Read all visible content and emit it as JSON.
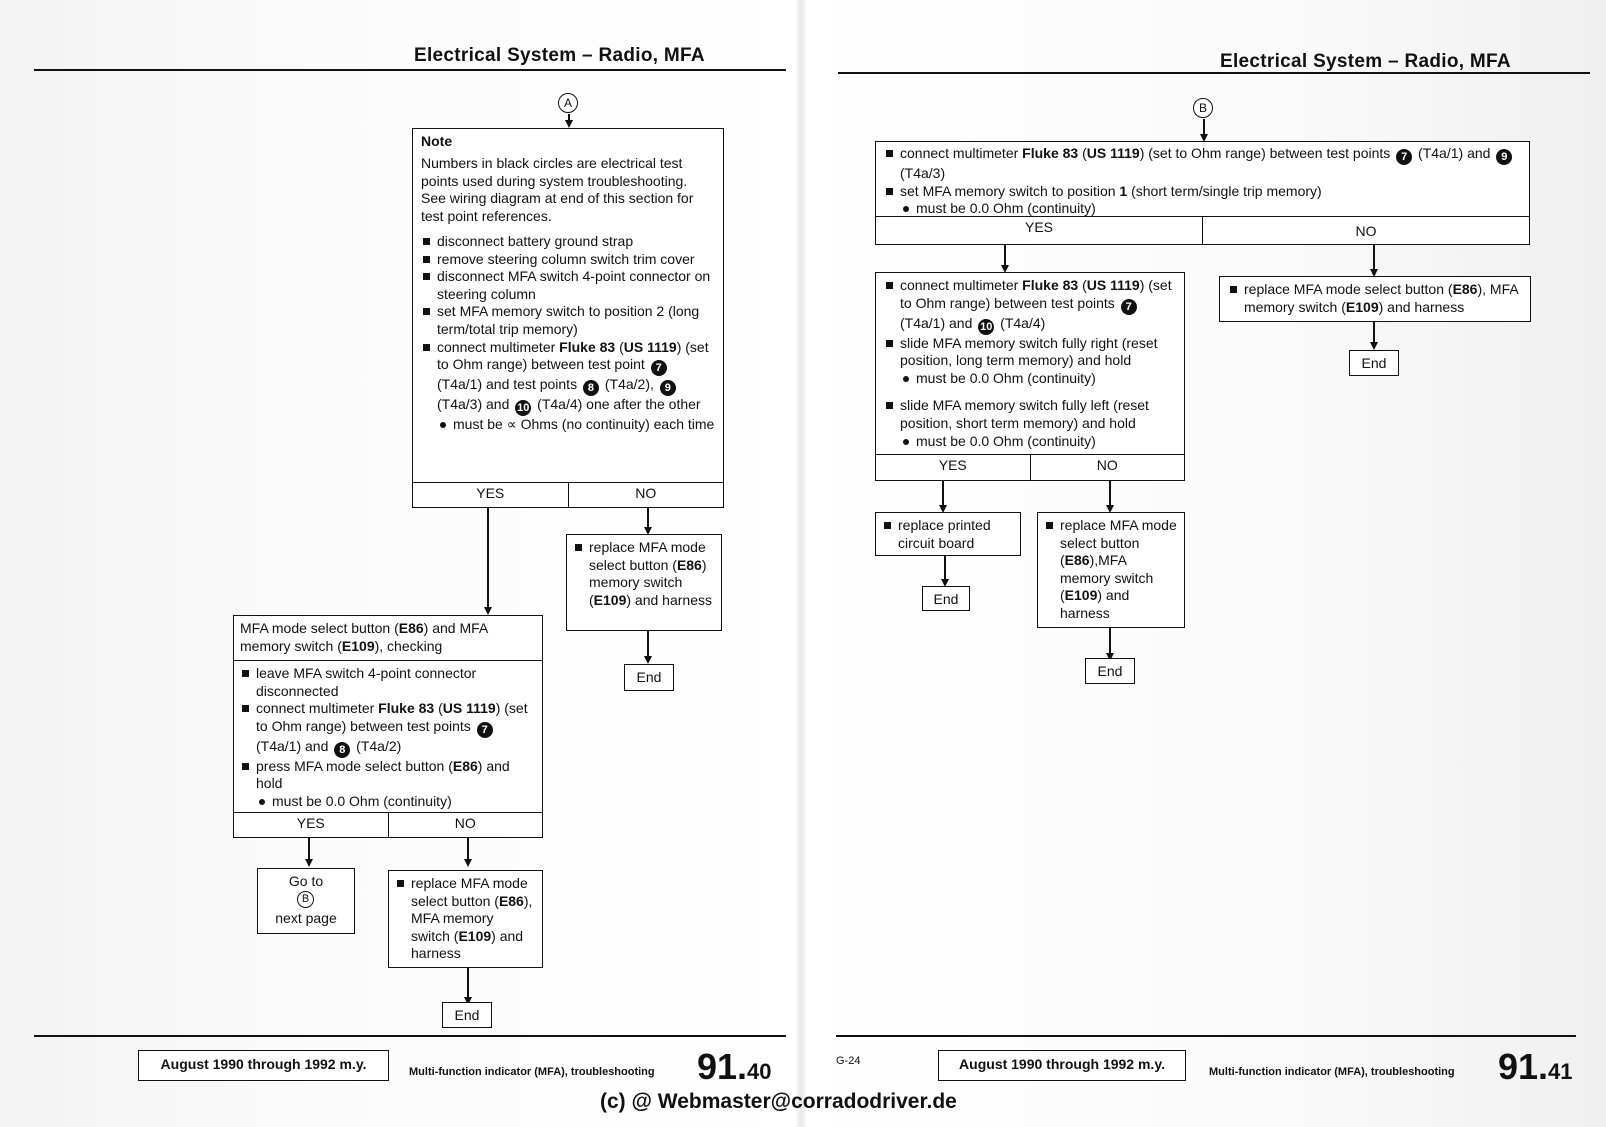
{
  "header": {
    "left_title": "Electrical System – Radio, MFA",
    "right_title": "Electrical System – Radio, MFA"
  },
  "markers": {
    "a": "A",
    "b": "B",
    "b_goto": "B"
  },
  "left": {
    "note": {
      "heading": "Note",
      "intro": "Numbers in black circles are electrical test points used during system troubleshooting. See wiring diagram at end of this section for test point references.",
      "steps": [
        "disconnect battery ground strap",
        "remove steering column switch trim cover",
        "disconnect MFA switch 4-point connector on steering column",
        "set MFA memory switch to position 2 (long term/total trip memory)"
      ],
      "step5": {
        "t1": "connect multimeter ",
        "t2": "Fluke 83",
        "t3": " (",
        "t4": "US 1119",
        "t5": ") (set to Ohm range) between test point ",
        "tp1": "7",
        "t6": " (T4a/1) and test points ",
        "tp2": "8",
        "t7": " (T4a/2), ",
        "tp3": "9",
        "t8": " (T4a/3) and ",
        "tp4": "10",
        "t9": " (T4a/4) one after the other"
      },
      "result": "must be ∝ Ohms (no continuity) each time",
      "yes": "YES",
      "no": "NO"
    },
    "replace1": {
      "t1": "replace MFA mode select button (",
      "b1": "E86",
      "t2": ") memory switch (",
      "b2": "E109",
      "t3": ") and harness"
    },
    "end1": "End",
    "check": {
      "title_t1": "MFA mode select button (",
      "title_b1": "E86",
      "title_t2": ") and MFA memory switch (",
      "title_b2": "E109",
      "title_t3": "), checking",
      "step1": "leave MFA switch 4-point connector disconnected",
      "step2": {
        "t1": "connect multimeter ",
        "b1": "Fluke 83",
        "t2": " (",
        "b2": "US 1119",
        "t3": ") (set to Ohm range) between test points ",
        "tp1": "7",
        "t4": " (T4a/1) and ",
        "tp2": "8",
        "t5": " (T4a/2)"
      },
      "step3": {
        "t1": "press MFA mode select button (",
        "b1": "E86",
        "t2": ") and hold"
      },
      "result": "must be 0.0 Ohm (continuity)",
      "yes": "YES",
      "no": "NO"
    },
    "goto": {
      "line1": "Go to",
      "line2": "next page"
    },
    "replace2": {
      "t1": "replace MFA mode select button (",
      "b1": "E86",
      "t2": "), MFA memory switch (",
      "b2": "E109",
      "t3": ") and harness"
    },
    "end2": "End"
  },
  "right": {
    "top": {
      "step1": {
        "t1": "connect multimeter ",
        "b1": "Fluke 83",
        "t2": " (",
        "b2": "US 1119",
        "t3": ") (set to Ohm range) between test points ",
        "tp1": "7",
        "t4": " (T4a/1) and ",
        "tp2": "9",
        "t5": " (T4a/3)"
      },
      "step2": {
        "t1": "set MFA memory switch to position ",
        "b1": "1",
        "t2": " (short term/single trip memory)"
      },
      "result": "must be 0.0 Ohm (continuity)",
      "yes": "YES",
      "no": "NO"
    },
    "mid": {
      "step1": {
        "t1": "connect multimeter ",
        "b1": "Fluke 83",
        "t2": " (",
        "b2": "US 1119",
        "t3": ") (set to Ohm range) between test points ",
        "tp1": "7",
        "t4": " (T4a/1) and ",
        "tp2": "10",
        "t5": " (T4a/4)"
      },
      "step2": "slide MFA memory switch fully right (reset position, long term memory) and hold",
      "result2": "must be 0.0 Ohm (continuity)",
      "step3": "slide MFA memory switch fully left (reset position, short term memory) and hold",
      "result3": "must be 0.0 Ohm (continuity)",
      "yes": "YES",
      "no": "NO"
    },
    "replace_top": {
      "t1": "replace MFA mode select button (",
      "b1": "E86",
      "t2": "), MFA memory switch (",
      "b2": "E109",
      "t3": ") and harness"
    },
    "end_top": "End",
    "replace_pcb": "replace printed circuit board",
    "end_pcb": "End",
    "replace_mid": {
      "t1": "replace MFA mode select button (",
      "b1": "E86",
      "t2": "),MFA memory switch (",
      "b2": "E109",
      "t3": ") and harness"
    },
    "end_mid": "End"
  },
  "footer": {
    "left_date": "August 1990 through 1992 m.y.",
    "left_sub": "Multi-function indicator (MFA), troubleshooting",
    "left_page_main": "91.",
    "left_page_sub": "40",
    "right_code": "G-24",
    "right_date": "August 1990 through 1992 m.y.",
    "right_sub": "Multi-function indicator (MFA), troubleshooting",
    "right_page_main": "91.",
    "right_page_sub": "41"
  },
  "watermark": "(c) @ Webmaster@corradodriver.de"
}
